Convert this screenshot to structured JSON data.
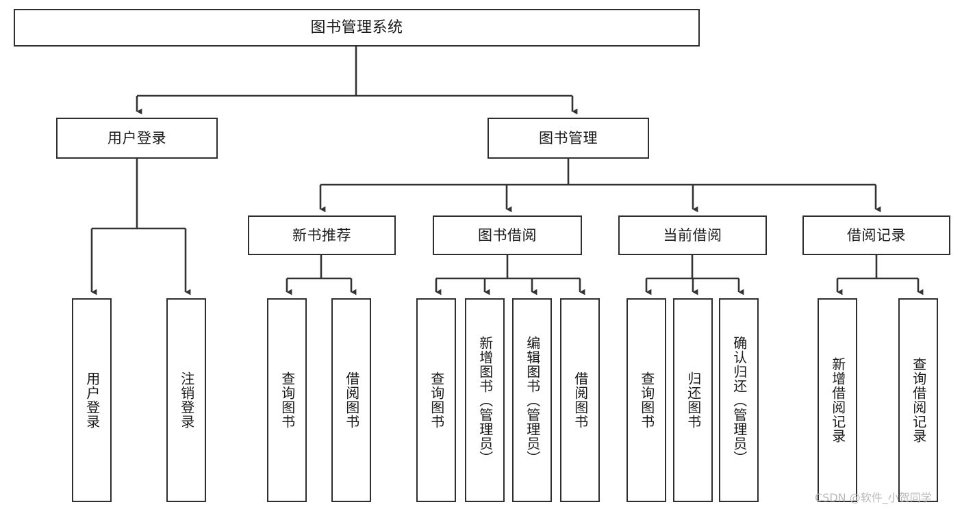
{
  "diagram": {
    "title": "图书管理系统",
    "type": "tree-hierarchy",
    "watermark": "CSDN @软件_小贺同学",
    "colors": {
      "background": "#ffffff",
      "box_border": "#2e2e2e",
      "box_fill": "#ffffff",
      "connector": "#333333",
      "text": "#1a1a1a",
      "watermark": "#b9b9b9"
    },
    "nodes": {
      "root": {
        "label": "图书管理系统"
      },
      "level1": [
        {
          "label": "用户登录"
        },
        {
          "label": "图书管理"
        }
      ],
      "level2": [
        {
          "label": "新书推荐"
        },
        {
          "label": "图书借阅"
        },
        {
          "label": "当前借阅"
        },
        {
          "label": "借阅记录"
        }
      ],
      "leaves": {
        "user_login": [
          {
            "label": "用户登录"
          },
          {
            "label": "注销登录"
          }
        ],
        "new_book_recommend": [
          {
            "label": "查询图书"
          },
          {
            "label": "借阅图书"
          }
        ],
        "book_borrow": [
          {
            "label": "查询图书"
          },
          {
            "label": "新增图书（管理员）"
          },
          {
            "label": "编辑图书（管理员）"
          },
          {
            "label": "借阅图书"
          }
        ],
        "current_borrow": [
          {
            "label": "查询图书"
          },
          {
            "label": "归还图书"
          },
          {
            "label": "确认归还（管理员）"
          }
        ],
        "borrow_record": [
          {
            "label": "新增借阅记录"
          },
          {
            "label": "查询借阅记录"
          }
        ]
      }
    }
  }
}
